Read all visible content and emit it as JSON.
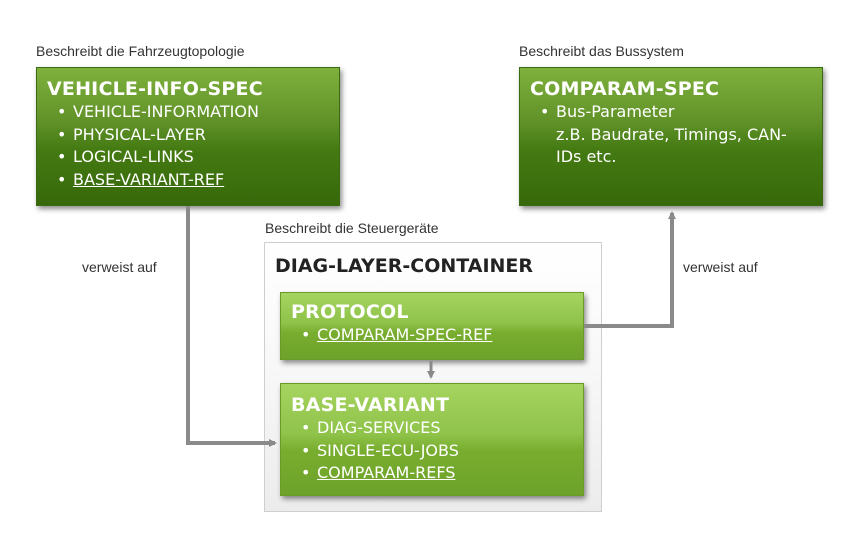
{
  "vehicle_info": {
    "caption": "Beschreibt die Fahrzeugtopologie",
    "title": "VEHICLE-INFO-SPEC",
    "items": [
      "VEHICLE-INFORMATION",
      "PHYSICAL-LAYER",
      "LOGICAL-LINKS",
      "BASE-VARIANT-REF"
    ]
  },
  "comparam_spec": {
    "caption": "Beschreibt das Bussystem",
    "title": "COMPARAM-SPEC",
    "items": [
      "Bus-Parameter",
      "z.B. Baudrate, Timings, CAN-",
      "IDs etc."
    ]
  },
  "diag_layer_container": {
    "caption": "Beschreibt die Steuergeräte",
    "title": "DIAG-LAYER-CONTAINER",
    "protocol": {
      "title": "PROTOCOL",
      "items": [
        "COMPARAM-SPEC-REF"
      ]
    },
    "base_variant": {
      "title": "BASE-VARIANT",
      "items": [
        "DIAG-SERVICES",
        "SINGLE-ECU-JOBS",
        "COMPARAM-REFS"
      ]
    }
  },
  "arrows": {
    "left_label": "verweist auf",
    "right_label": "verweist auf"
  },
  "colors": {
    "dark_green": "#447a12",
    "light_green": "#8fc34a",
    "arrow_gray": "#8a8a8a"
  }
}
